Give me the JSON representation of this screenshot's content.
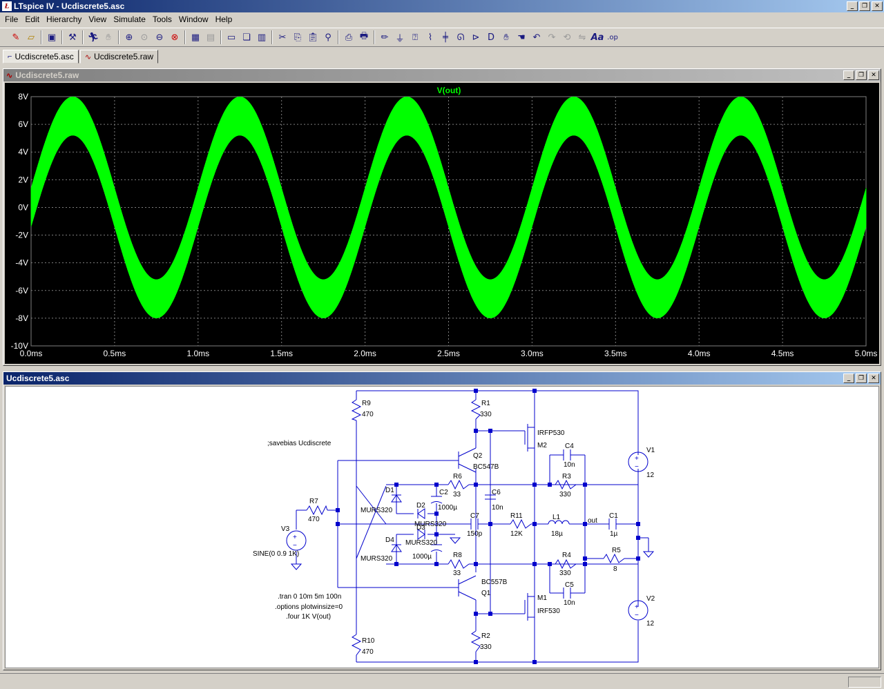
{
  "window": {
    "title": "LTspice IV - Ucdiscrete5.asc",
    "app_icon": "ltspice-icon"
  },
  "menu": [
    "File",
    "Edit",
    "Hierarchy",
    "View",
    "Simulate",
    "Tools",
    "Window",
    "Help"
  ],
  "tabs": [
    {
      "label": "Ucdiscrete5.asc",
      "icon": "schematic-icon",
      "active": true
    },
    {
      "label": "Ucdiscrete5.raw",
      "icon": "waveform-icon",
      "active": false
    }
  ],
  "waveform_window": {
    "title": "Ucdiscrete5.raw",
    "trace_label": "V(out)",
    "trace_color": "#00ff00"
  },
  "schematic_window": {
    "title": "Ucdiscrete5.asc"
  },
  "chart_data": {
    "type": "line",
    "title": "V(out)",
    "xlabel": "",
    "ylabel": "",
    "x_ticks": [
      "0.0ms",
      "0.5ms",
      "1.0ms",
      "1.5ms",
      "2.0ms",
      "2.5ms",
      "3.0ms",
      "3.5ms",
      "4.0ms",
      "4.5ms",
      "5.0ms"
    ],
    "y_ticks": [
      "8V",
      "6V",
      "4V",
      "2V",
      "0V",
      "-2V",
      "-4V",
      "-6V",
      "-8V",
      "-10V"
    ],
    "xlim": [
      0,
      5
    ],
    "ylim": [
      -10,
      8
    ],
    "grid": true,
    "series": [
      {
        "name": "V(out)",
        "signal": "sine",
        "frequency_khz": 1,
        "carrier_amplitude_v": 6.6,
        "ripple_amplitude_v": 1.4,
        "color": "#00ff00"
      }
    ]
  },
  "schematic": {
    "labels": {
      "r9": "R9",
      "r9v": "470",
      "r1": "R1",
      "r1v": "330",
      "r10": "R10",
      "r10v": "470",
      "r2": "R2",
      "r2v": "330",
      "r7": "R7",
      "r7v": "470",
      "r6": "R6",
      "r6v": "33",
      "r8": "R8",
      "r8v": "33",
      "r3": "R3",
      "r3v": "330",
      "r4": "R4",
      "r4v": "330",
      "r5": "R5",
      "r5v": "8",
      "r11": "R11",
      "r11v": "12K",
      "l1": "L1",
      "l1v": "18µ",
      "c1": "C1",
      "c1v": "1µ",
      "c2": "C2",
      "c2v": "1000µ",
      "c3v": "1000µ",
      "c4": "C4",
      "c4v": "10n",
      "c5": "C5",
      "c5v": "10n",
      "c6": "C6",
      "c6v": "10n",
      "c7": "C7",
      "c7v": "150p",
      "d1": "D1",
      "d2": "D2",
      "d3": "D3",
      "d4": "D4",
      "murs1": "MURS320",
      "murs2": "MURS320",
      "murs3": "MURS320",
      "murs4": "MURS320",
      "q1": "Q1",
      "q1m": "BC557B",
      "q2": "Q2",
      "q2m": "BC547B",
      "m1": "M1",
      "m1m": "IRF530",
      "m2": "M2",
      "m2m": "IRFP530",
      "v1": "V1",
      "v1v": "12",
      "v2": "V2",
      "v2v": "12",
      "v3": "V3",
      "v3v": "SINE(0 0.9 1K)",
      "out": "out",
      "savebias": ";savebias Ucdiscrete",
      "tran": ".tran 0 10m 5m 100n",
      "opts": ".options plotwinsize=0",
      "four": ".four 1K V(out)"
    }
  }
}
